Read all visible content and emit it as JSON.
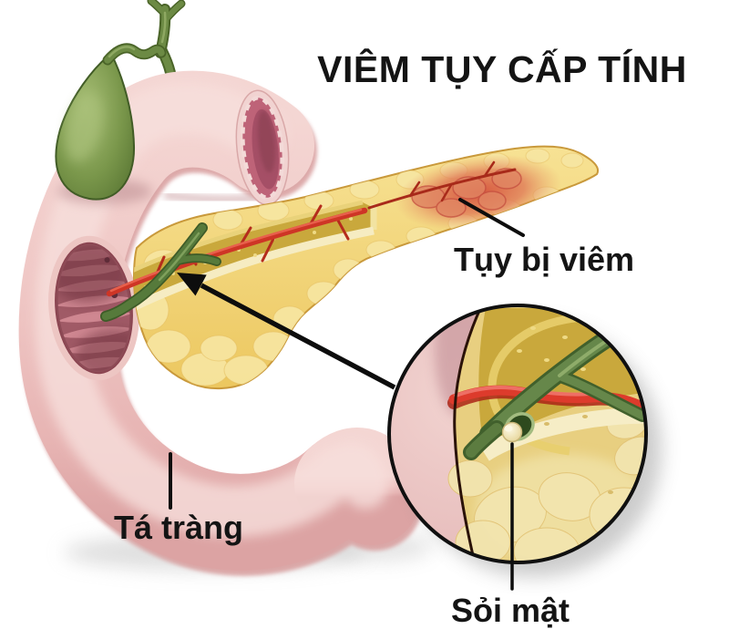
{
  "title": "VIÊM TỤY CẤP TÍNH",
  "labels": {
    "inflamed_pancreas": "Tụy bị viêm",
    "duodenum": "Tá tràng",
    "gallstone": "Sỏi mật"
  },
  "colors": {
    "background": "#FFFFFF",
    "text": "#141414",
    "duodenum_pink": "#EFC5C3",
    "duodenum_lumen": "#BE6378",
    "gallbladder_green": "#7A974B",
    "bile_duct_green": "#65864A",
    "pancreas_yellow": "#F2D371",
    "pancreas_cut_olive": "#C9A83C",
    "inflamed_red": "#DB6447",
    "pancreatic_duct_red": "#CE3526",
    "gallstone_cream": "#EFE2AC",
    "annotation_line": "#111111"
  }
}
